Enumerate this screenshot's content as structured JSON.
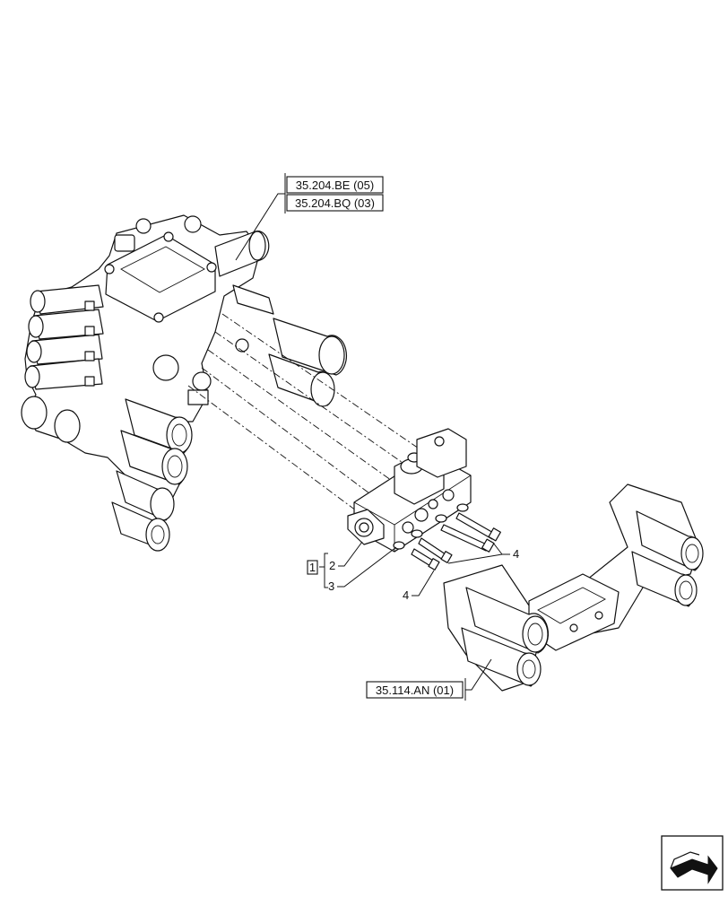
{
  "references": {
    "top_1": "35.204.BE (05)",
    "top_2": "35.204.BQ (03)",
    "bottom": "35.114.AN (01)"
  },
  "callouts": {
    "kit_number": "1",
    "item_2": "2",
    "item_3": "3",
    "item_4_right": "4",
    "item_4_bottom": "4"
  },
  "nav_icon": "next-page-arrow-icon"
}
